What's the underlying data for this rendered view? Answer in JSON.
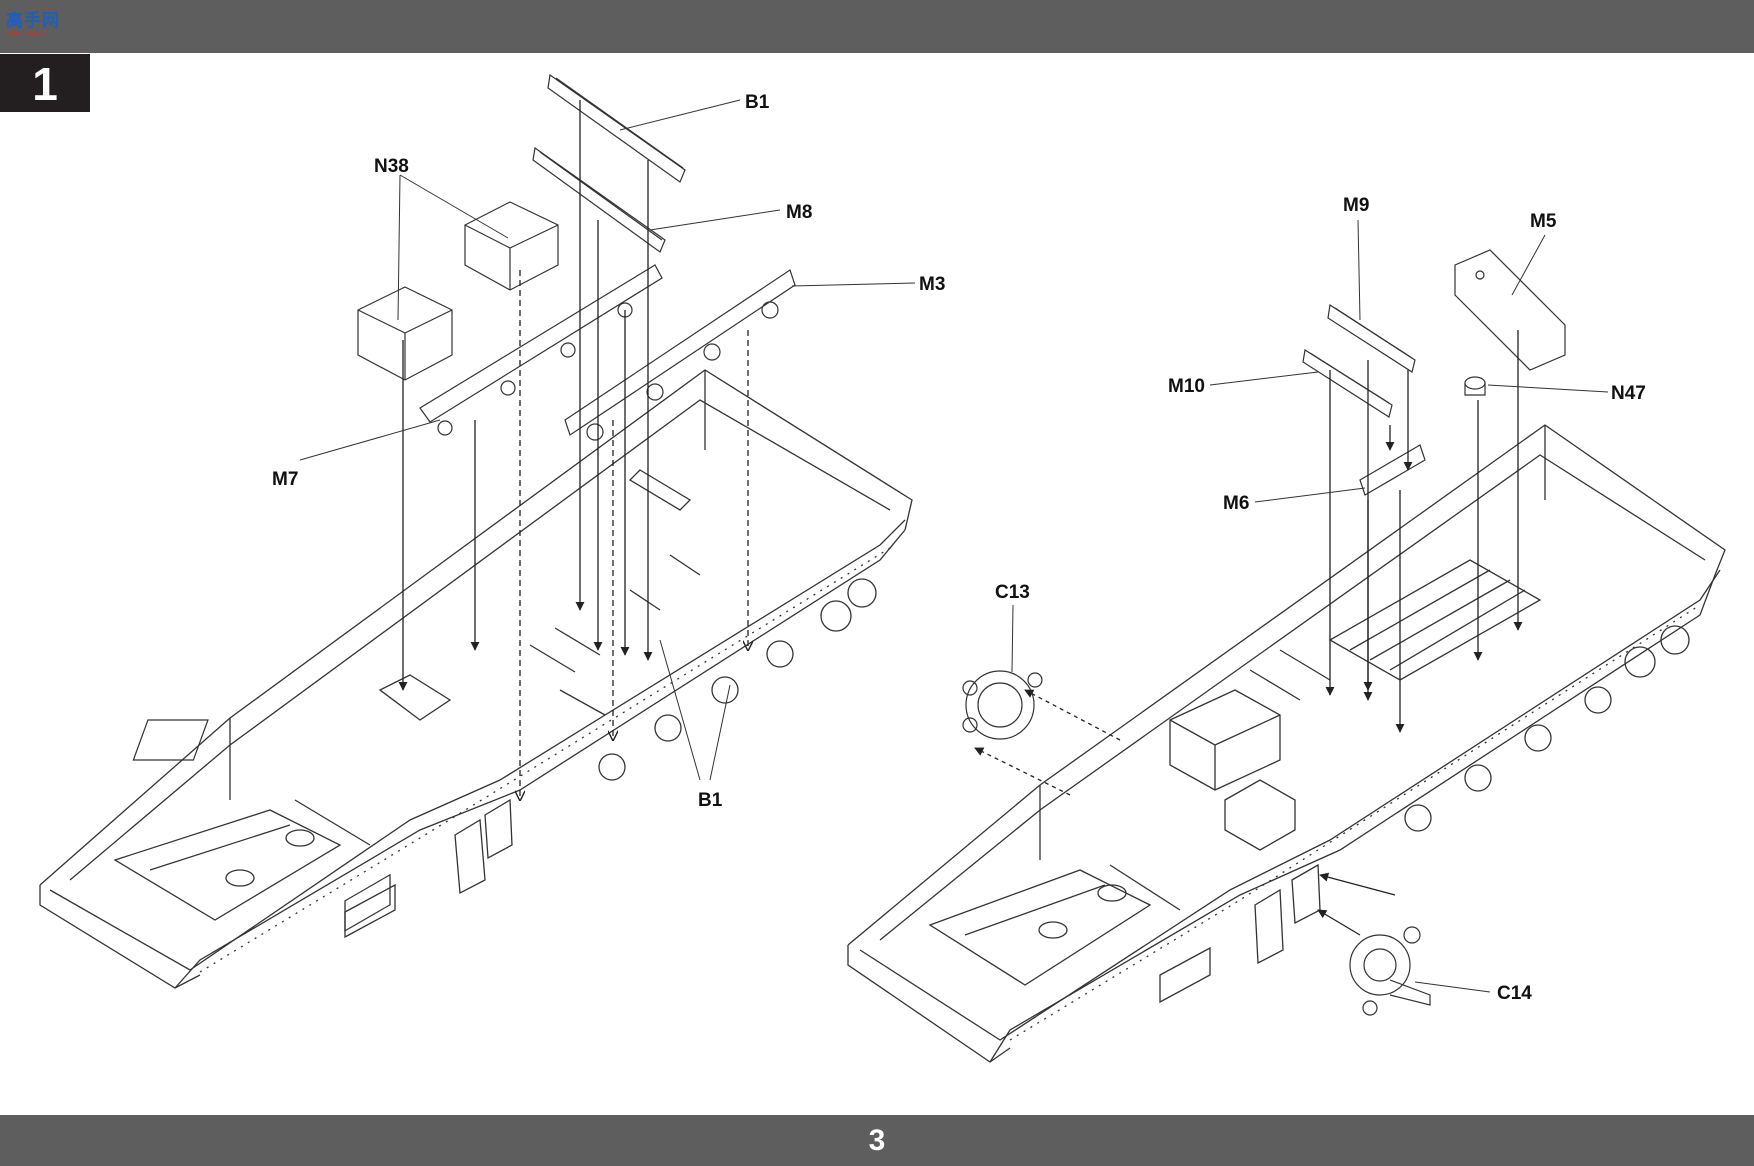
{
  "header": {
    "logo_text": "高手网",
    "logo_sub": "gaoshou.com"
  },
  "step": {
    "number": "1"
  },
  "footer": {
    "page_number": "3"
  },
  "callouts": {
    "left": {
      "b1_top": "B1",
      "n38": "N38",
      "m8": "M8",
      "m3": "M3",
      "m7": "M7",
      "b1_bottom": "B1"
    },
    "right": {
      "m9": "M9",
      "m5": "M5",
      "m10": "M10",
      "n47": "N47",
      "m6": "M6",
      "c13": "C13",
      "c14": "C14"
    }
  },
  "colors": {
    "bar": "#5e5e5e",
    "step_box": "#231f20",
    "line": "#333333"
  }
}
